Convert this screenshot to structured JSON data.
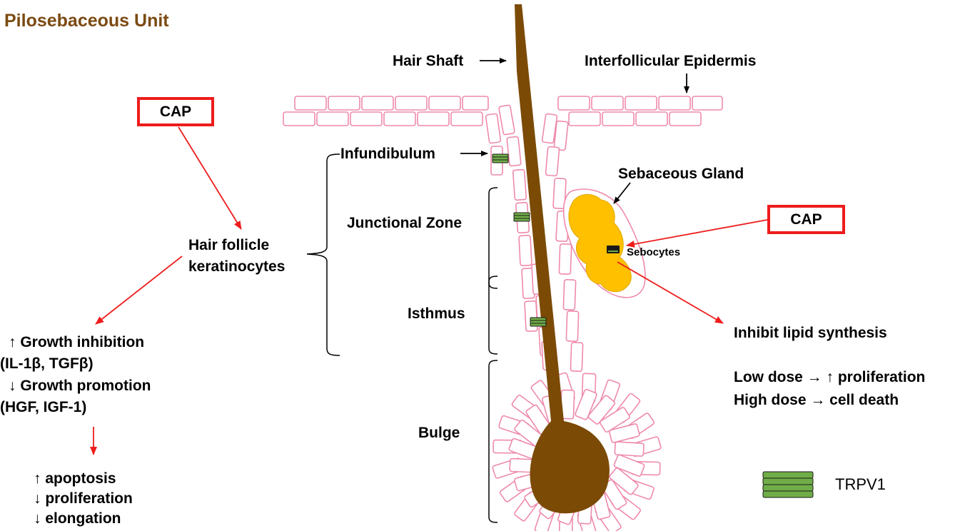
{
  "title": "Pilosebaceous Unit",
  "cap_left": "CAP",
  "cap_right": "CAP",
  "hair_shaft": "Hair Shaft",
  "interfollicular": "Interfollicular Epidermis",
  "infundibulum": "Infundibulum",
  "sebaceous_gland": "Sebaceous Gland",
  "junctional_zone": "Junctional Zone",
  "sebocytes": "Sebocytes",
  "isthmus": "Isthmus",
  "bulge": "Bulge",
  "hair_follicle_line1": "Hair follicle",
  "hair_follicle_line2": "keratinocytes",
  "inhibit_lipid": "Inhibit lipid synthesis",
  "low_dose": "Low dose → ↑ proliferation",
  "high_dose": "High dose → cell death",
  "growth": [
    "↑ Growth inhibition",
    "(IL-1β, TGFβ)",
    "↓ Growth promotion",
    "(HGF, IGF-1)"
  ],
  "outcomes": [
    "↑ apoptosis",
    "↓ proliferation",
    "↓ elongation"
  ],
  "legend_label": "TRPV1",
  "colors": {
    "title": "#7b4a12",
    "cell_outline": "#ee8aac",
    "hair": "#7b4a05",
    "gland": "#ffc000",
    "cap_red": "#ee1c1c",
    "trpv1": "#70ad47"
  }
}
